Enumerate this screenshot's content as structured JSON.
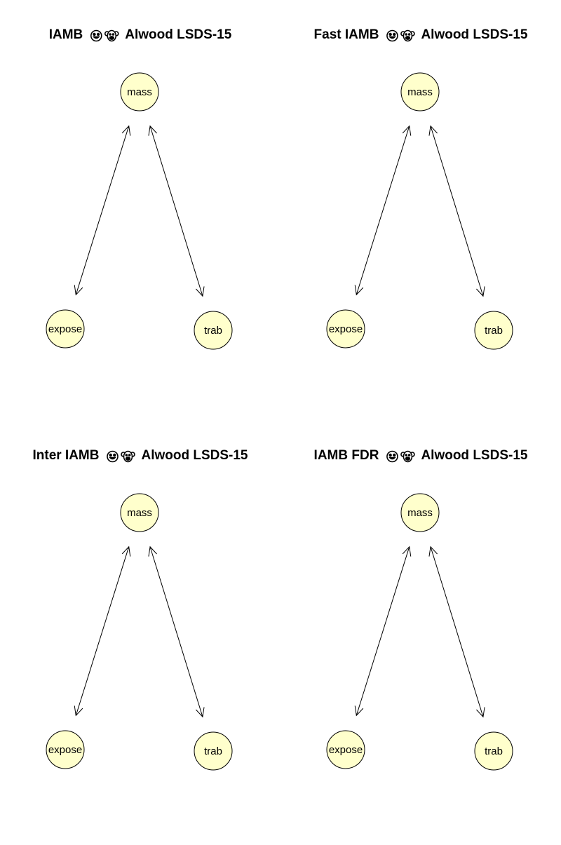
{
  "panels": [
    {
      "title_prefix": "IAMB",
      "title_suffix": "Alwood LSDS-15",
      "icons": [
        "smiling-face-icon",
        "monkey-face-icon"
      ],
      "nodes": [
        "mass",
        "expose",
        "trab"
      ],
      "edges": [
        {
          "from": "mass",
          "to": "expose",
          "direction": "both"
        },
        {
          "from": "mass",
          "to": "trab",
          "direction": "both"
        }
      ]
    },
    {
      "title_prefix": "Fast IAMB",
      "title_suffix": "Alwood LSDS-15",
      "icons": [
        "smiling-face-icon",
        "monkey-face-icon"
      ],
      "nodes": [
        "mass",
        "expose",
        "trab"
      ],
      "edges": [
        {
          "from": "mass",
          "to": "expose",
          "direction": "both"
        },
        {
          "from": "mass",
          "to": "trab",
          "direction": "both"
        }
      ]
    },
    {
      "title_prefix": "Inter IAMB",
      "title_suffix": "Alwood LSDS-15",
      "icons": [
        "smiling-face-icon",
        "monkey-face-icon"
      ],
      "nodes": [
        "mass",
        "expose",
        "trab"
      ],
      "edges": [
        {
          "from": "mass",
          "to": "expose",
          "direction": "both"
        },
        {
          "from": "mass",
          "to": "trab",
          "direction": "both"
        }
      ]
    },
    {
      "title_prefix": "IAMB FDR",
      "title_suffix": "Alwood LSDS-15",
      "icons": [
        "smiling-face-icon",
        "monkey-face-icon"
      ],
      "nodes": [
        "mass",
        "expose",
        "trab"
      ],
      "edges": [
        {
          "from": "mass",
          "to": "expose",
          "direction": "both"
        },
        {
          "from": "mass",
          "to": "trab",
          "direction": "both"
        }
      ]
    }
  ],
  "colors": {
    "node_fill": "#ffffcc",
    "node_stroke": "#000000",
    "edge": "#000000",
    "background": "#ffffff"
  }
}
